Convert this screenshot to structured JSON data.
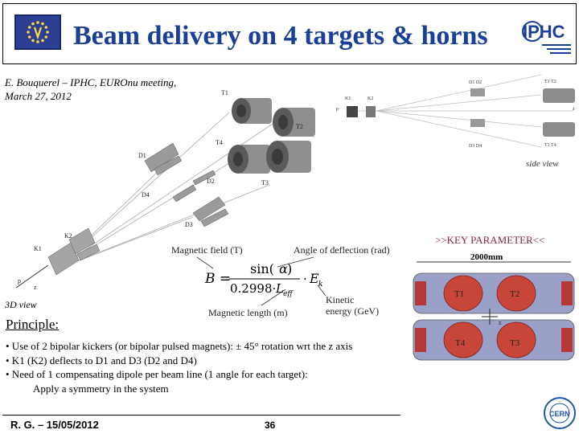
{
  "header": {
    "title": "Beam delivery on 4 targets & horns",
    "logo_text": "IPHC"
  },
  "authors": {
    "line1": "E. Bouquerel – IPHC, EUROnu meeting,",
    "line2": "March 27, 2012"
  },
  "diagram_labels": {
    "t1": "T1",
    "t2": "T2",
    "t3": "T3",
    "t4": "T4",
    "d1": "D1",
    "d2": "D2",
    "d3": "D3",
    "d4": "D4",
    "k1": "K1",
    "k2": "K2",
    "p": "p",
    "z": "z",
    "top_d1d2": "D1 D2",
    "top_t1t2": "T1 T2",
    "top_k1": "K1",
    "top_k2": "K2",
    "top_d3d4": "D3 D4",
    "top_t3t4": "T3 T4",
    "top_p": "p",
    "top_z": "z",
    "side_view": "side view",
    "view_3d": "3D view"
  },
  "formula": {
    "magnetic_field": "Magnetic field (T)",
    "angle": "Angle of deflection (rad)",
    "magnetic_length": "Magnetic length (m)",
    "kinetic_energy": "Kinetic energy (GeV)"
  },
  "principle": {
    "heading": "Principle:",
    "bullets": [
      "• Use of 2 bipolar kickers (or bipolar pulsed magnets): ± 45° rotation wrt the z axis",
      "• K1 (K2) deflects to D1 and D3 (D2 and D4)",
      "• Need of 1 compensating dipole per beam line (1 angle for each target):"
    ],
    "sub": "Apply a symmetry in the system"
  },
  "key_parameter": {
    "label": ">>KEY PARAMETER<<",
    "dimension": "2000mm",
    "t1": "T1",
    "t2": "T2",
    "t3": "T3",
    "t4": "T4",
    "z": "z"
  },
  "footer": {
    "presenter": "R. G. – 15/05/2012",
    "page": "36",
    "cern": "CERN"
  },
  "colors": {
    "title": "#1a3f96",
    "key_parameter": "#8a2b35",
    "horn_fill": "#c8453a",
    "horn_body": "#9aa0c8"
  }
}
